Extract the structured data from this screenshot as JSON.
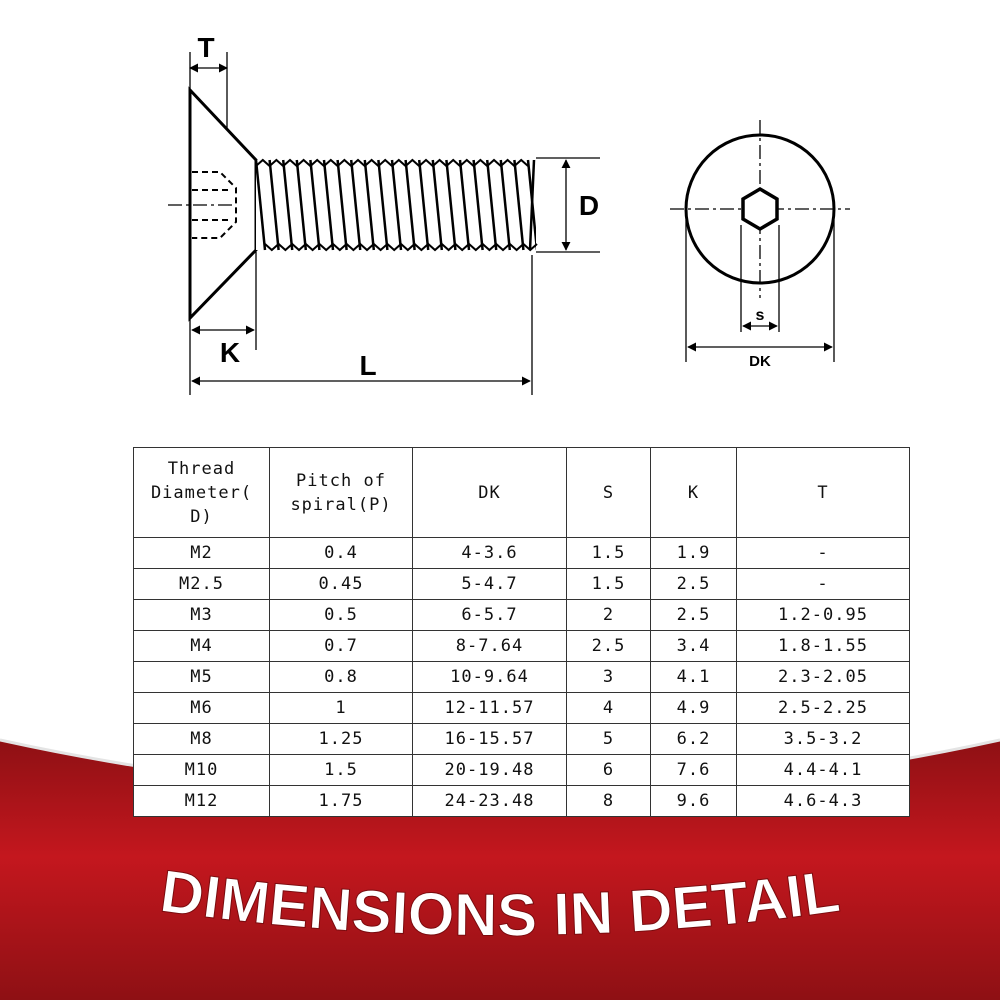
{
  "diagram": {
    "labels": {
      "T": "T",
      "D": "D",
      "K": "K",
      "L": "L",
      "S": "s",
      "DK": "DK"
    }
  },
  "table": {
    "headers": [
      "Thread Diameter( D)",
      "Pitch of spiral(P)",
      "DK",
      "S",
      "K",
      "T"
    ],
    "header_lines": [
      [
        "Thread",
        "Diameter(",
        "D)"
      ],
      [
        "Pitch of",
        "spiral(P)"
      ],
      [
        "DK"
      ],
      [
        "S"
      ],
      [
        "K"
      ],
      [
        "T"
      ]
    ],
    "rows": [
      [
        "M2",
        "0.4",
        "4-3.6",
        "1.5",
        "1.9",
        "-"
      ],
      [
        "M2.5",
        "0.45",
        "5-4.7",
        "1.5",
        "2.5",
        "-"
      ],
      [
        "M3",
        "0.5",
        "6-5.7",
        "2",
        "2.5",
        "1.2-0.95"
      ],
      [
        "M4",
        "0.7",
        "8-7.64",
        "2.5",
        "3.4",
        "1.8-1.55"
      ],
      [
        "M5",
        "0.8",
        "10-9.64",
        "3",
        "4.1",
        "2.3-2.05"
      ],
      [
        "M6",
        "1",
        "12-11.57",
        "4",
        "4.9",
        "2.5-2.25"
      ],
      [
        "M8",
        "1.25",
        "16-15.57",
        "5",
        "6.2",
        "3.5-3.2"
      ],
      [
        "M10",
        "1.5",
        "20-19.48",
        "6",
        "7.6",
        "4.4-4.1"
      ],
      [
        "M12",
        "1.75",
        "24-23.48",
        "8",
        "9.6",
        "4.6-4.3"
      ]
    ]
  },
  "banner": {
    "title": "DIMENSIONS IN DETAIL",
    "colors": {
      "red_dark": "#8e1014",
      "red": "#c4171e",
      "text": "#ffffff"
    }
  }
}
